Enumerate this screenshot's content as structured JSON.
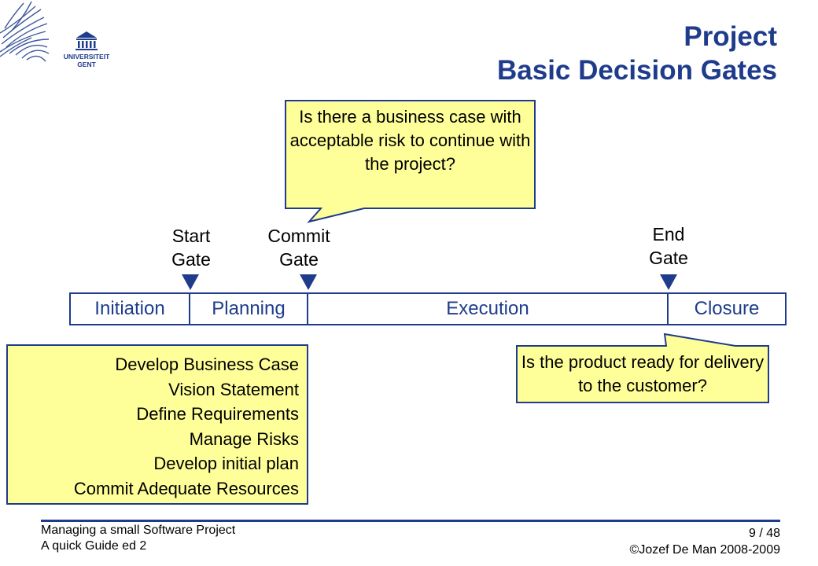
{
  "header": {
    "logo_text": [
      "UNIVERSITEIT",
      "GENT"
    ],
    "title_line1": "Project",
    "title_line2": "Basic Decision Gates"
  },
  "question_bubble_top": "Is there a business case with acceptable risk to continue with the project?",
  "question_bubble_right": "Is the product ready for delivery to the customer?",
  "gates": {
    "start": [
      "Start",
      "Gate"
    ],
    "commit": [
      "Commit",
      "Gate"
    ],
    "end": [
      "End",
      "Gate"
    ]
  },
  "phases": [
    "Initiation",
    "Planning",
    "Execution",
    "Closure"
  ],
  "planning_tasks": [
    "Develop Business Case",
    "Vision Statement",
    "Define Requirements",
    "Manage Risks",
    "Develop initial plan",
    "Commit Adequate Resources"
  ],
  "footer": {
    "course_line1": "Managing a small Software Project",
    "course_line2": "A quick Guide ed 2",
    "page": "9 / 48",
    "copyright": "©Jozef De Man  2008-2009"
  },
  "colors": {
    "accent": "#1f3c8c",
    "bubble_fill": "#ffff99"
  }
}
